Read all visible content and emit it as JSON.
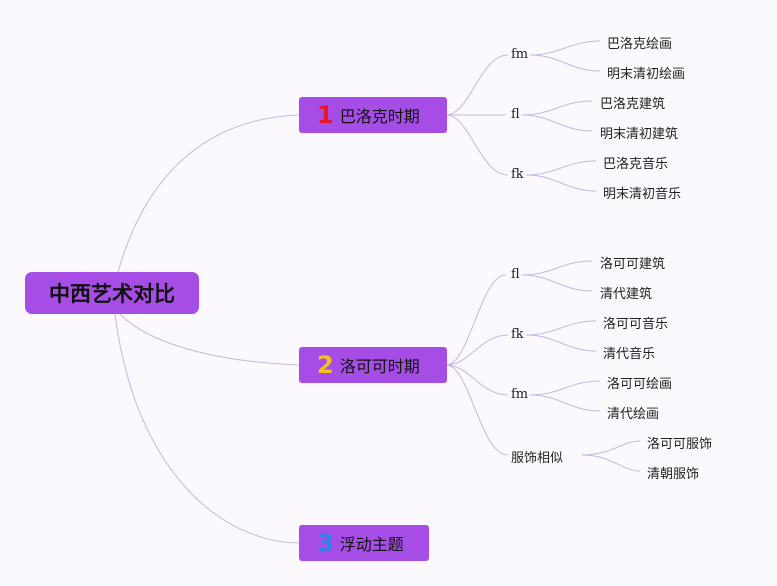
{
  "root": {
    "label": "中西艺术对比"
  },
  "branches": [
    {
      "num": "1",
      "label": "巴洛克时期",
      "num_color": "#e6162d",
      "children": [
        {
          "label": "fm",
          "leaves": [
            "巴洛克绘画",
            "明末清初绘画"
          ]
        },
        {
          "label": "fl",
          "leaves": [
            "巴洛克建筑",
            "明末清初建筑"
          ]
        },
        {
          "label": "fk",
          "leaves": [
            "巴洛克音乐",
            "明末清初音乐"
          ]
        }
      ]
    },
    {
      "num": "2",
      "label": "洛可可时期",
      "num_color": "#f4c21b",
      "children": [
        {
          "label": "fl",
          "leaves": [
            "洛可可建筑",
            "清代建筑"
          ]
        },
        {
          "label": "fk",
          "leaves": [
            "洛可可音乐",
            "清代音乐"
          ]
        },
        {
          "label": "fm",
          "leaves": [
            "洛可可绘画",
            "清代绘画"
          ]
        },
        {
          "label": "服饰相似",
          "leaves": [
            "洛可可服饰",
            "清朝服饰"
          ]
        }
      ]
    },
    {
      "num": "3",
      "label": "浮动主题",
      "num_color": "#2f86e6",
      "children": []
    }
  ],
  "colors": {
    "node_fill": "#a64de6",
    "edge": "#c7b6e3"
  }
}
